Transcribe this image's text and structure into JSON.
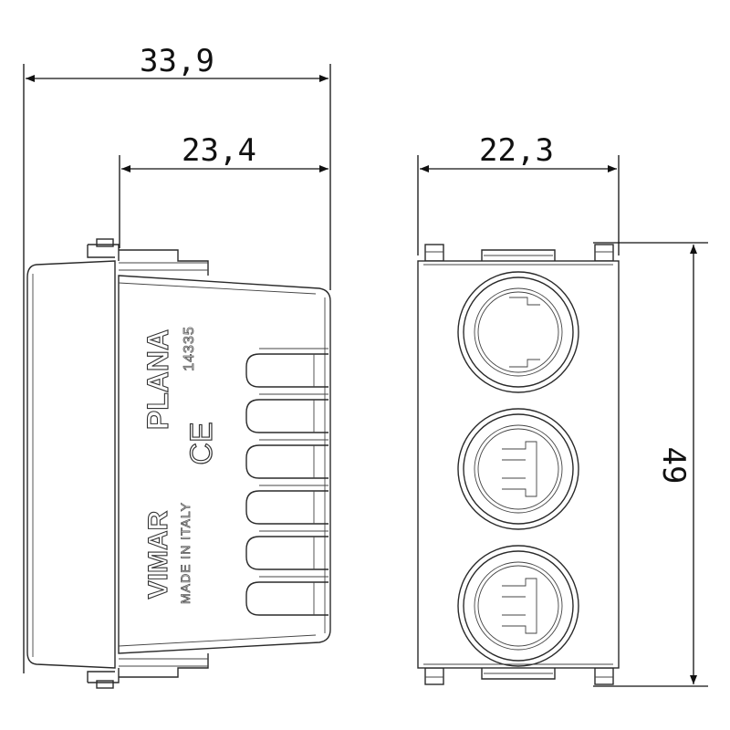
{
  "dimensions": {
    "overall_depth": "33,9",
    "body_depth": "23,4",
    "width": "22,3",
    "height": "49"
  },
  "labels": {
    "brand": "VIMAR",
    "series": "PLANA",
    "origin": "MADE IN ITALY",
    "code": "14335",
    "mark": "CE"
  }
}
